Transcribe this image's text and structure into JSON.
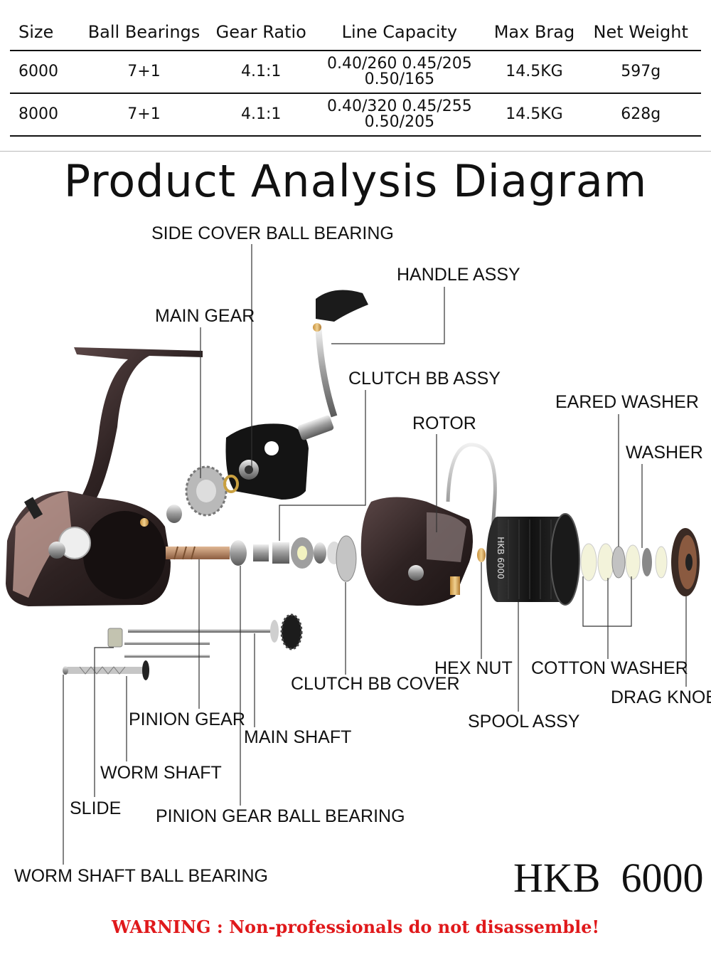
{
  "spec_table": {
    "headers": [
      "Size",
      "Ball Bearings",
      "Gear Ratio",
      "Line Capacity",
      "Max Brag",
      "Net Weight"
    ],
    "rows": [
      {
        "size": "6000",
        "bearings": "7+1",
        "ratio": "4.1:1",
        "capacity_line1": "0.40/260 0.45/205",
        "capacity_line2": "0.50/165",
        "drag": "14.5KG",
        "weight": "597g"
      },
      {
        "size": "8000",
        "bearings": "7+1",
        "ratio": "4.1:1",
        "capacity_line1": "0.40/320 0.45/255",
        "capacity_line2": "0.50/205",
        "drag": "14.5KG",
        "weight": "628g"
      }
    ]
  },
  "diagram": {
    "title": "Product Analysis Diagram",
    "labels": {
      "side_cover_ball_bearing": "SIDE COVER BALL BEARING",
      "handle_assy": "HANDLE ASSY",
      "main_gear": "MAIN GEAR",
      "clutch_bb_assy": "CLUTCH BB ASSY",
      "rotor": "ROTOR",
      "eared_washer": "EARED WASHER",
      "washer": "WASHER",
      "hex_nut": "HEX NUT",
      "cotton_washer": "COTTON WASHER",
      "clutch_bb_cover": "CLUTCH BB COVER",
      "drag_knob": "DRAG KNOB",
      "spool_assy": "SPOOL ASSY",
      "pinion_gear": "PINION GEAR",
      "main_shaft": "MAIN SHAFT",
      "worm_shaft": "WORM SHAFT",
      "slide": "SLIDE",
      "pinion_gear_ball_bearing": "PINION GEAR BALL BEARING",
      "worm_shaft_ball_bearing": "WORM SHAFT BALL BEARING"
    },
    "spool_text": "HKB 6000"
  },
  "model_name": "HKB  6000",
  "warning": "WARNING : Non-professionals do not disassemble!",
  "colors": {
    "text": "#111111",
    "warning": "#e0191b",
    "reel_body": "#3a2c2c",
    "bronze": "#b88a68",
    "spool": "#1a1a1a",
    "leader_line": "#333333"
  }
}
